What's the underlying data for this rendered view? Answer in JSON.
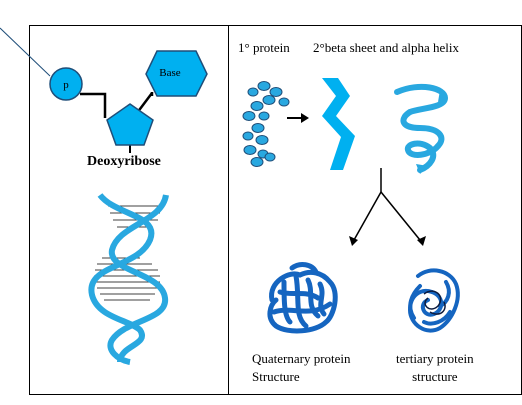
{
  "labels": {
    "phosphate": "p",
    "base": "Base",
    "sugar": "Deoxyribose",
    "primary": "1° protein",
    "secondary": "2°beta sheet and alpha helix",
    "quaternary_line1": "Quaternary protein",
    "quaternary_line2": "Structure",
    "tertiary_line1": "tertiary protein",
    "tertiary_line2": "structure"
  },
  "colors": {
    "fill_blue": "#00B0F0",
    "fill_light_blue": "#29A8E0",
    "dna_blue": "#29A8E0",
    "outline_blue": "#1F4E79",
    "dark_blue": "#1565C0",
    "line": "#000000"
  },
  "icons": {
    "nucleotide": "nucleotide-diagram",
    "dna": "dna-double-helix-icon",
    "primary": "amino-acid-chain-icon",
    "beta": "beta-sheet-zigzag-icon",
    "alpha": "alpha-helix-icon",
    "quaternary": "quaternary-structure-icon",
    "tertiary": "tertiary-structure-icon"
  }
}
